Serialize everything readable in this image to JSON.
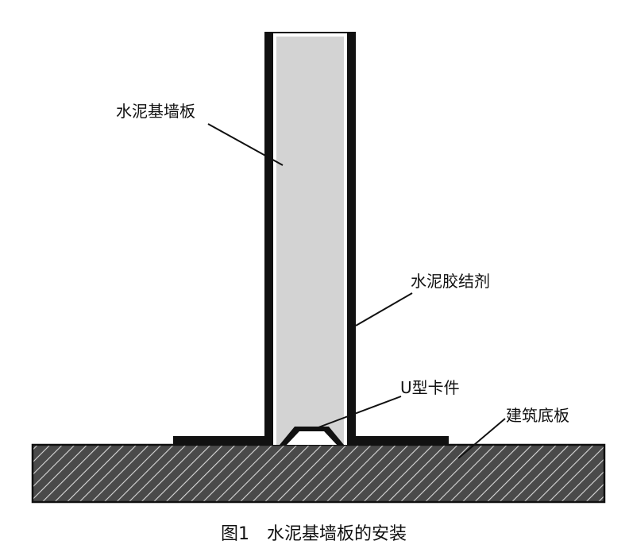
{
  "labels": {
    "cement_wall_board": "水泥基墙板",
    "cement_adhesive": "水泥胶结剂",
    "u_clip": "U型卡件",
    "building_floor_slab": "建筑底板"
  },
  "caption": "图1　水泥基墙板的安装",
  "colors": {
    "panel_fill": "#d3d3d3",
    "outline": "#111111",
    "slab_fill": "#4a4a4a",
    "hatch": "#d9d9d9",
    "background": "#ffffff"
  }
}
